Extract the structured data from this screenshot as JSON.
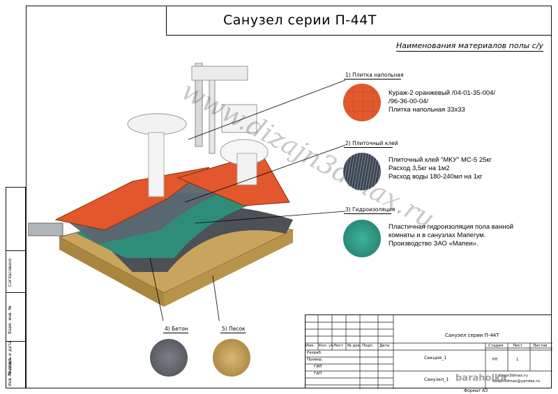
{
  "title": "Санузел серии П-44Т",
  "subtitle": "Наименования материалов полы с/у",
  "layers": [
    {
      "label": "1) Плитка напольная",
      "desc_lines": [
        "Кураж-2 оранжевый /04-01-35-004/",
        "/96-36-00-04/",
        "Плитка напольная   33х33"
      ],
      "color": "#e0552a"
    },
    {
      "label": "2) Плиточный клей",
      "desc_lines": [
        "Плиточный клей \"МКУ\" МС-5 25кг",
        "Расход 3,5кг на 1м2",
        "Расход воды 180-240мл на 1кг"
      ],
      "color": "#3b4552"
    },
    {
      "label": "3) Гидроизоляция",
      "desc_lines": [
        "Пластичная гидроизоляция пола ванной",
        "комнаты и в санузлах Мапегум.",
        "Производство ЗАО «Мапеи»."
      ],
      "color": "#2e9a86"
    },
    {
      "label": "4) Бетон",
      "color": "#5a5c62"
    },
    {
      "label": "5) Песок",
      "color": "#c8a862"
    }
  ],
  "watermark": "www.dizajn3dmax.ru",
  "stamp": {
    "title": "Санузел серии П-44Т",
    "headers": [
      "Изм.",
      "Кол. уч.",
      "Лист",
      "№ док.",
      "Подп.",
      "Дата"
    ],
    "roles": [
      "Разраб.",
      "Провер.",
      "ГИП",
      "ГАП"
    ],
    "section": "Секция_1",
    "room": "Санузел_1",
    "stage_header": "Стадия",
    "sheet_header": "Лист",
    "sheets_header": "Листов",
    "stage": "РП",
    "sheet": "1",
    "email1": "dizajn3dmax.ru",
    "email2": "dizajn3dmax@yandex.ru",
    "format": "Формат А3"
  },
  "side_labels": [
    "Согласовано",
    "Взам. инв. №",
    "Подпись и дата",
    "Инв. № подл."
  ],
  "brand": "baraholka"
}
